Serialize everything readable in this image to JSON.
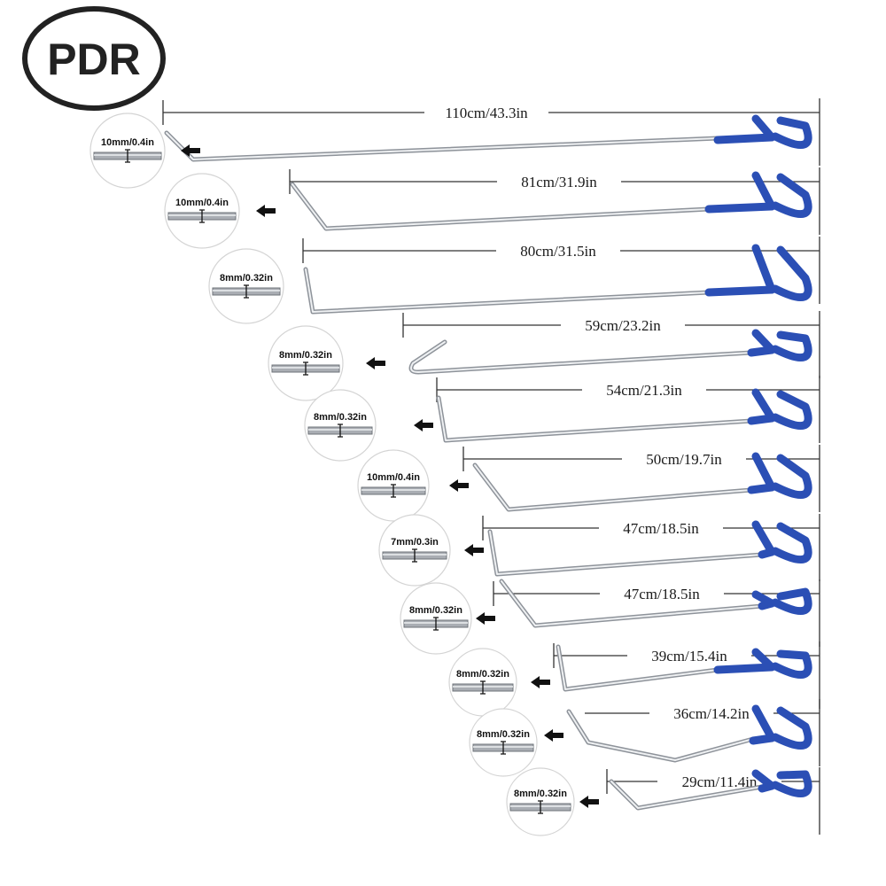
{
  "brand": {
    "logo_text": "PDR"
  },
  "colors": {
    "handle": "#2b4fb5",
    "rod": "#b8bcc2",
    "rod_highlight": "#eef0f2",
    "dim_line": "#333333",
    "arrow": "#111111"
  },
  "rods": [
    {
      "length_label": "110cm/43.3in",
      "tip_label": "10mm/0.4in",
      "tip": "short-bend"
    },
    {
      "length_label": "81cm/31.9in",
      "tip_label": "10mm/0.4in",
      "tip": "angled-bend"
    },
    {
      "length_label": "80cm/31.5in",
      "tip_label": "8mm/0.32in",
      "tip": "up-bend"
    },
    {
      "length_label": "59cm/23.2in",
      "tip_label": "8mm/0.32in",
      "tip": "hook"
    },
    {
      "length_label": "54cm/21.3in",
      "tip_label": "8mm/0.32in",
      "tip": "up-bend"
    },
    {
      "length_label": "50cm/19.7in",
      "tip_label": "10mm/0.4in",
      "tip": "angled-bend"
    },
    {
      "length_label": "47cm/18.5in",
      "tip_label": "7mm/0.3in",
      "tip": "up-bend"
    },
    {
      "length_label": "47cm/18.5in",
      "tip_label": "8mm/0.32in",
      "tip": "angled-bend"
    },
    {
      "length_label": "39cm/15.4in",
      "tip_label": "8mm/0.32in",
      "tip": "up-bend"
    },
    {
      "length_label": "36cm/14.2in",
      "tip_label": "8mm/0.32in",
      "tip": "v-bend"
    },
    {
      "length_label": "29cm/11.4in",
      "tip_label": "8mm/0.32in",
      "tip": "short-bend"
    }
  ]
}
